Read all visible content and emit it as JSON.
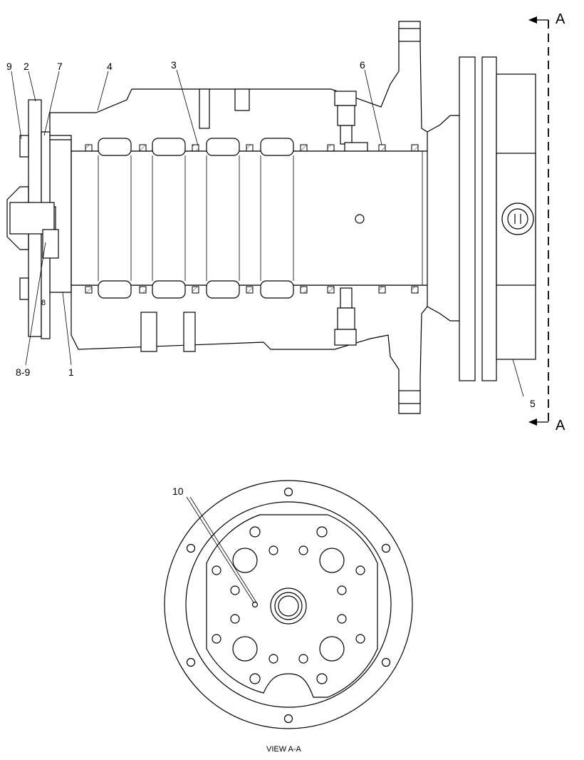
{
  "section_marker": {
    "letter_top": "A",
    "letter_bottom": "A"
  },
  "callouts": {
    "c9": "9",
    "c2": "2",
    "c7": "7",
    "c4": "4",
    "c3": "3",
    "c6": "6",
    "c8_9": "8-9",
    "c1": "1",
    "c5": "5",
    "c10": "10",
    "c8_small": "8"
  },
  "view_caption": "VIEW A-A"
}
